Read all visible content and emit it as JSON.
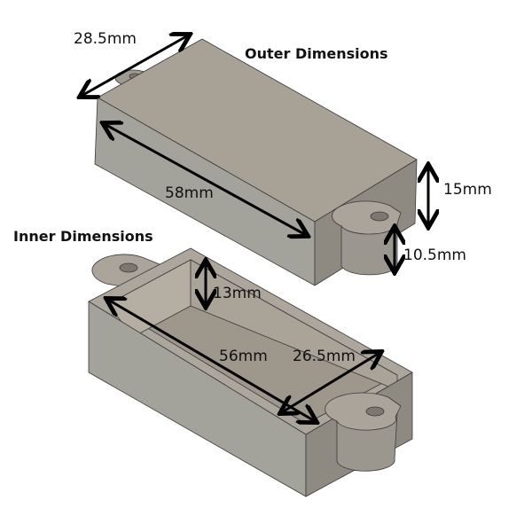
{
  "titles": {
    "outer": "Outer Dimensions",
    "inner": "Inner Dimensions"
  },
  "outer": {
    "width": "28.5mm",
    "length": "58mm",
    "height": "15mm",
    "tab_height": "10.5mm"
  },
  "inner": {
    "depth": "13mm",
    "length": "56mm",
    "width": "26.5mm"
  },
  "colors": {
    "top": "#a8a196",
    "front": "#a3a39b",
    "side": "#8e8a82",
    "inner_floor": "#9d978c",
    "edge": "#3a3a3a",
    "arrow": "#000000"
  }
}
